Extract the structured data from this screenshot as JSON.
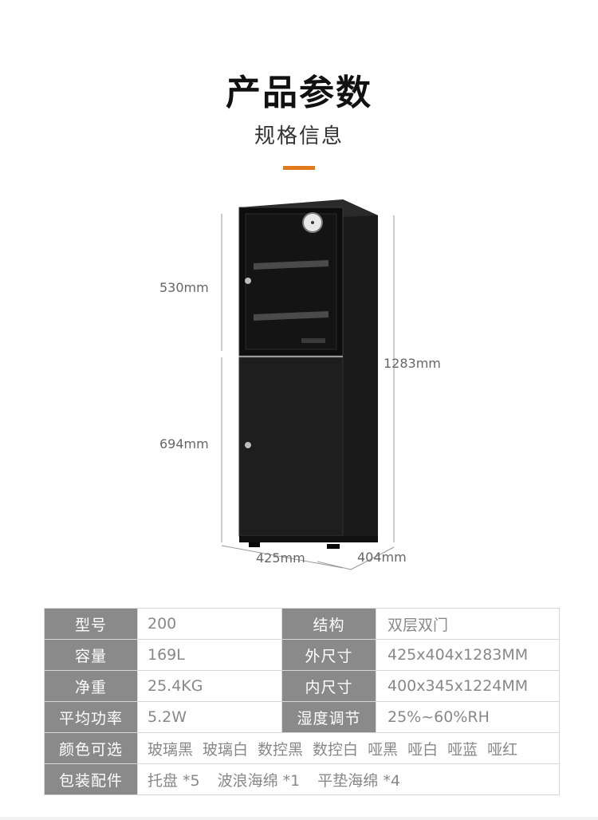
{
  "header": {
    "title": "产品参数",
    "subtitle": "规格信息",
    "accent_color": "#e07a1a"
  },
  "dimensions": {
    "upper_height": "530mm",
    "lower_height": "694mm",
    "total_height": "1283mm",
    "width": "425mm",
    "depth": "404mm"
  },
  "specs": {
    "model_label": "型号",
    "model_value": "200",
    "structure_label": "结构",
    "structure_value": "双层双门",
    "capacity_label": "容量",
    "capacity_value": "169L",
    "outer_size_label": "外尺寸",
    "outer_size_value": "425x404x1283MM",
    "weight_label": "净重",
    "weight_value": "25.4KG",
    "inner_size_label": "内尺寸",
    "inner_size_value": "400x345x1224MM",
    "power_label": "平均功率",
    "power_value": "5.2W",
    "humidity_label": "湿度调节",
    "humidity_value": "25%~60%RH",
    "colors_label": "颜色可选",
    "colors": [
      "玻璃黑",
      "玻璃白",
      "数控黑",
      "数控白",
      "哑黑",
      "哑白",
      "哑蓝",
      "哑红"
    ],
    "accessories_label": "包装配件",
    "accessories": [
      "托盘 *5",
      "波浪海绵 *1",
      "平垫海绵 *4"
    ]
  }
}
